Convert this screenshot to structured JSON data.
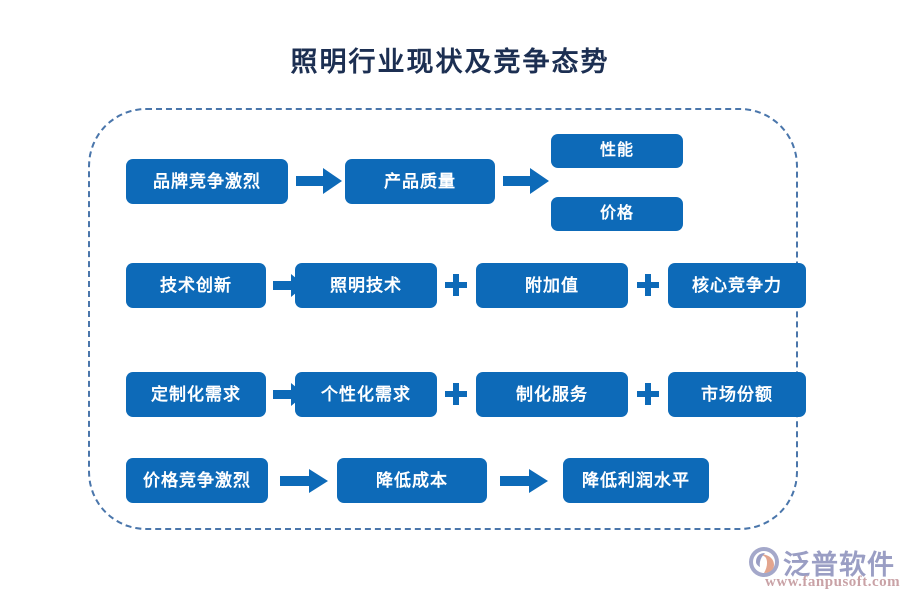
{
  "title": "照明行业现状及竞争态势",
  "colors": {
    "node_blue": "#0d6ab8",
    "arrow_blue": "#0d6ab8",
    "title_navy": "#1c2f52",
    "dashed_border": "#4a76ab",
    "logo_text": "#9a9ec4",
    "logo_url": "#c9a2a6"
  },
  "rows": [
    {
      "id": "row-brand-quality",
      "nodes": [
        {
          "label": "品牌竞争激烈"
        },
        {
          "label": "产品质量"
        },
        {
          "label": "性能"
        },
        {
          "label": "价格"
        }
      ],
      "connectors": [
        "arrow",
        "arrow-split"
      ]
    },
    {
      "id": "row-technology",
      "nodes": [
        {
          "label": "技术创新"
        },
        {
          "label": "照明技术"
        },
        {
          "label": "附加值"
        },
        {
          "label": "核心竞争力"
        }
      ],
      "connectors": [
        "arrow",
        "plus",
        "plus"
      ]
    },
    {
      "id": "row-customization",
      "nodes": [
        {
          "label": "定制化需求"
        },
        {
          "label": "个性化需求"
        },
        {
          "label": "制化服务"
        },
        {
          "label": "市场份额"
        }
      ],
      "connectors": [
        "arrow",
        "plus",
        "plus"
      ]
    },
    {
      "id": "row-price",
      "nodes": [
        {
          "label": "价格竞争激烈"
        },
        {
          "label": "降低成本"
        },
        {
          "label": "降低利润水平"
        }
      ],
      "connectors": [
        "arrow",
        "arrow"
      ]
    }
  ],
  "watermark": {
    "brand": "泛普软件",
    "url": "www.fanpusoft.com"
  }
}
